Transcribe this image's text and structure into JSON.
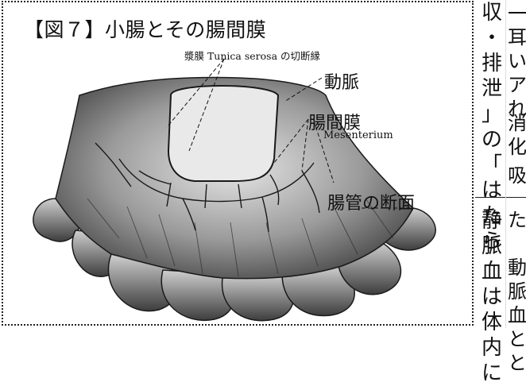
{
  "figure": {
    "title": "【図７】小腸とその腸間膜",
    "labels": {
      "serosa": "漿膜 Tunica serosa の切断縁",
      "artery": "動脈",
      "mesentery_jp": "腸間膜",
      "mesentery_en": "Mesenterium",
      "cross_section": "腸管の断面"
    }
  },
  "article": {
    "column_a": "収\n・\n排\n泄\n」\nの\n「\nは\nた\nら",
    "column_b": "静\n脈\n血\nは\n体\n内\nに",
    "partial_c": "一\n耳\nい\nア\nれ",
    "partial_d": "消\n化",
    "partial_e": "吸",
    "partial_f": "た\n\n動\n脈\n血\nと\nと"
  }
}
